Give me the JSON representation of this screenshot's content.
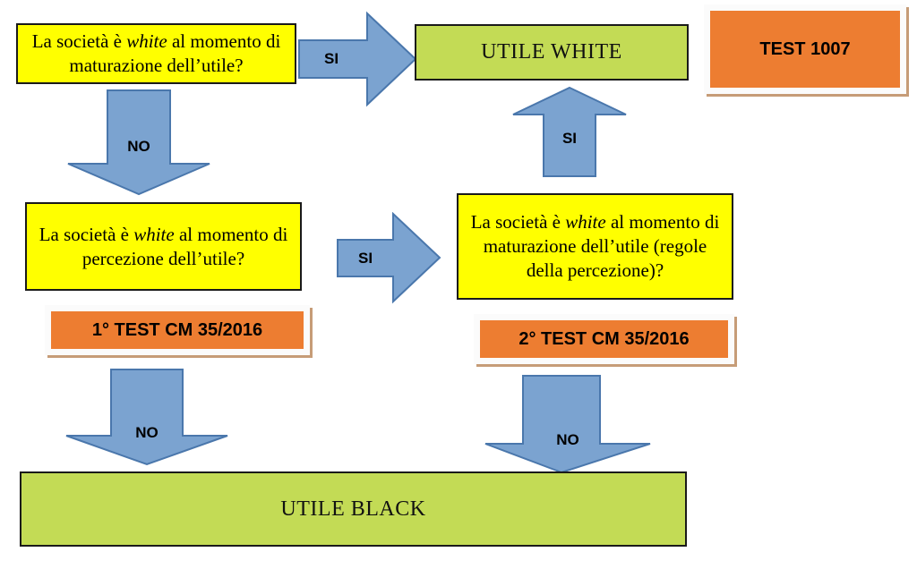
{
  "diagram": {
    "title": "Flowchart test utile white / black",
    "colors": {
      "decision_fill": "#FFFF00",
      "result_fill": "#C3DB55",
      "test_fill": "#ED7D31",
      "test_frame": "#FBFBFB",
      "test_shadow": "#C69C77",
      "arrow_fill": "#7BA3D0",
      "arrow_stroke": "#4A77AC",
      "border": "#1a1a1a"
    },
    "nodes": {
      "decision1": {
        "line1_a": "La società è ",
        "line1_em": "white",
        "line1_b": " al momento di",
        "line2": "maturazione dell’utile?"
      },
      "decision2": {
        "line1_a": "La società è ",
        "line1_em": "white",
        "line1_b": " al momento di",
        "line2": "percezione dell’utile?"
      },
      "decision3": {
        "line1_a": "La società è ",
        "line1_em": "white",
        "line1_b": " al momento di",
        "line2": "maturazione dell’utile (regole",
        "line3": "della percezione)?"
      },
      "result_white": "UTILE WHITE",
      "result_black": "UTILE BLACK"
    },
    "tests": {
      "test_1007": "TEST 1007",
      "test_cm_1": "1° TEST CM 35/2016",
      "test_cm_2": "2° TEST CM 35/2016"
    },
    "arrows": {
      "d1_to_white": "SI",
      "d1_to_d2": "NO",
      "d2_to_d3": "SI",
      "d2_to_black": "NO",
      "d3_to_white": "SI",
      "d3_to_black": "NO"
    }
  }
}
